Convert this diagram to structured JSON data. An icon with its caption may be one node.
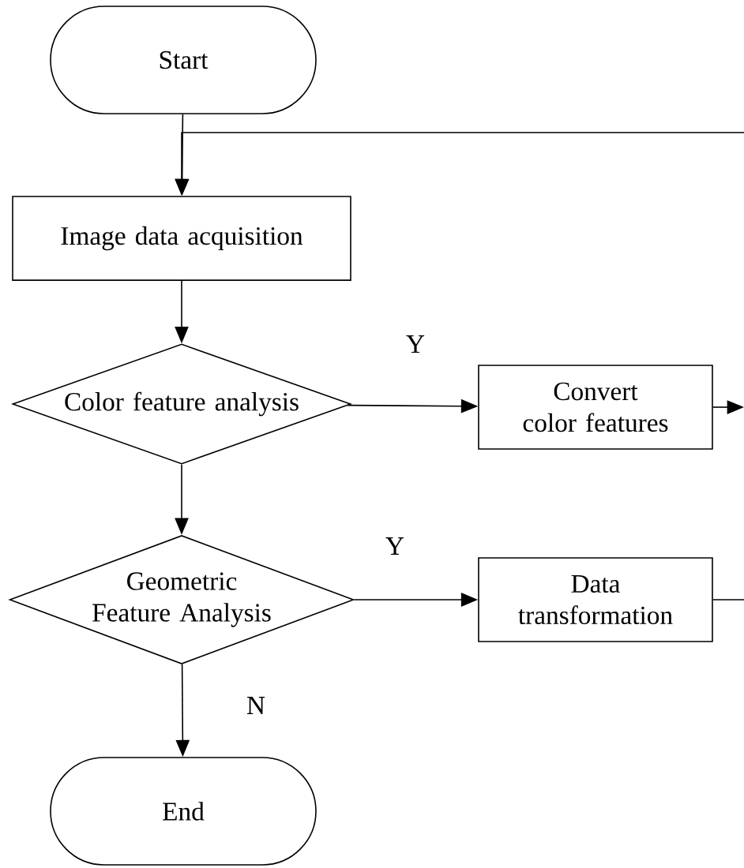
{
  "diagram": {
    "nodes": [
      {
        "text": [
          "Start"
        ]
      },
      {
        "text": [
          "Image data acquisition"
        ]
      },
      {
        "text": [
          "Color feature analysis"
        ]
      },
      {
        "text": [
          "Convert color features"
        ]
      },
      {
        "text": [
          "Geometric Feature Analysis"
        ]
      },
      {
        "text": [
          "Data transformation"
        ]
      },
      {
        "text": [
          "End"
        ]
      }
    ],
    "edges": [
      {
        "from": 0,
        "to": 1,
        "arrow": "to"
      },
      {
        "from": 1,
        "to": 2,
        "arrow": "to"
      },
      {
        "from": 2,
        "to": 3,
        "arrow": "to",
        "label": "Y"
      },
      {
        "from": 2,
        "to": 4,
        "arrow": "to"
      },
      {
        "from": 4,
        "to": 5,
        "arrow": "to",
        "label": "Y"
      },
      {
        "from": 4,
        "to": 6,
        "arrow": "to",
        "label": "N"
      },
      {
        "from": 3,
        "to": null,
        "arrow": "to"
      },
      {
        "from": 5,
        "to": null,
        "arrow": "none"
      },
      {
        "from": null,
        "to": 1,
        "arrow": "to"
      }
    ]
  }
}
